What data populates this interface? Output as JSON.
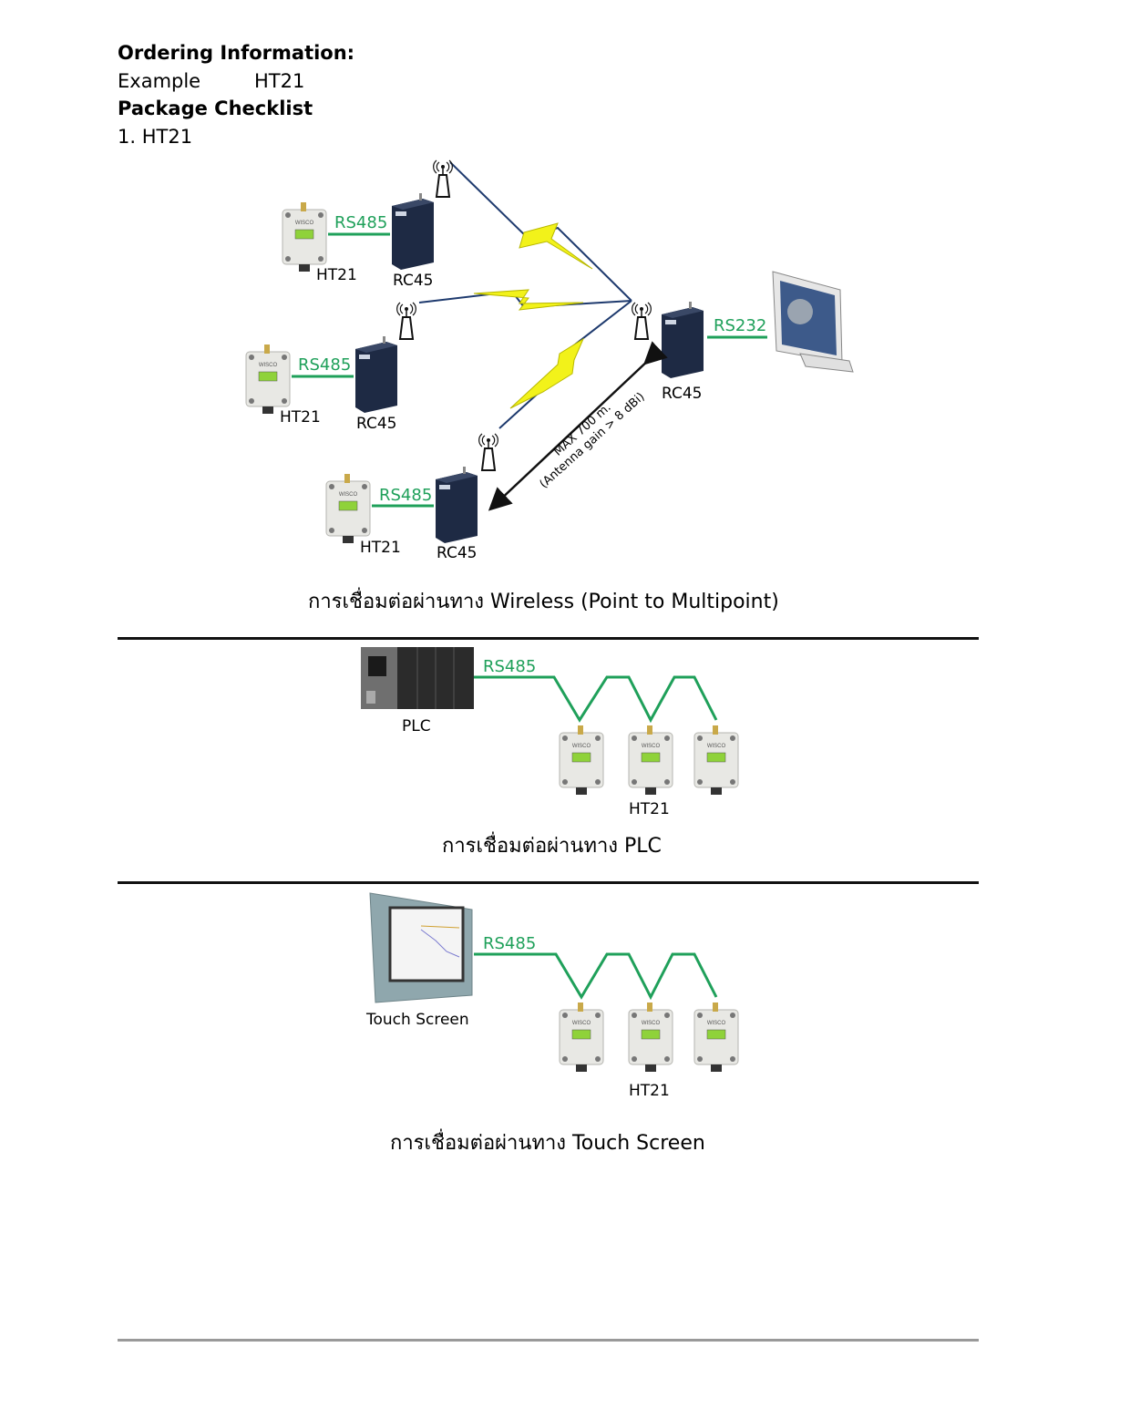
{
  "header": {
    "ordering_title": "Ordering Information:",
    "example_label": "Example",
    "example_value": "HT21",
    "checklist_title": "Package Checklist",
    "checklist_items": [
      "1. HT21"
    ]
  },
  "wireless_diagram": {
    "nodes": [
      {
        "sensor": "HT21",
        "converter": "RC45",
        "link": "RS485"
      },
      {
        "sensor": "HT21",
        "converter": "RC45",
        "link": "RS485"
      },
      {
        "sensor": "HT21",
        "converter": "RC45",
        "link": "RS485"
      }
    ],
    "master": {
      "converter": "RC45",
      "link": "RS232",
      "endpoint": "computer-monitor"
    },
    "range_line1": "MAX 700 m.",
    "range_line2": "(Antenna gain > 8 dBi)",
    "caption": "การเชื่อมต่อผ่านทาง Wireless (Point to Multipoint)"
  },
  "plc_diagram": {
    "controller": "PLC",
    "link": "RS485",
    "sensor_label": "HT21",
    "sensor_count": 3,
    "caption": "การเชื่อมต่อผ่านทาง PLC"
  },
  "touch_diagram": {
    "controller": "Touch Screen",
    "link": "RS485",
    "sensor_label": "HT21",
    "sensor_count": 3,
    "caption": "การเชื่อมต่อผ่านทาง Touch Screen"
  },
  "colors": {
    "link_green": "#1fa05a",
    "bolt_yellow": "#f2f21a",
    "device_dark": "#1e2a44",
    "sensor_body": "#e8e8e4",
    "lcd_green": "#8fd23a"
  }
}
